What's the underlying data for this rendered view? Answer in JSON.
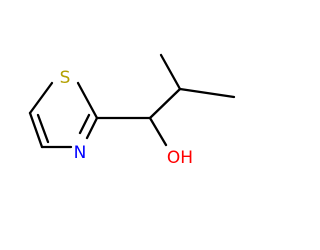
{
  "molecule": {
    "atoms": {
      "sulfur": {
        "symbol": "S",
        "color": "#b3a000"
      },
      "nitrogen": {
        "symbol": "N",
        "color": "#0000ff"
      },
      "hydroxyl": {
        "symbol": "OH",
        "color": "#ff0000"
      }
    },
    "bond_color": "#000000"
  }
}
